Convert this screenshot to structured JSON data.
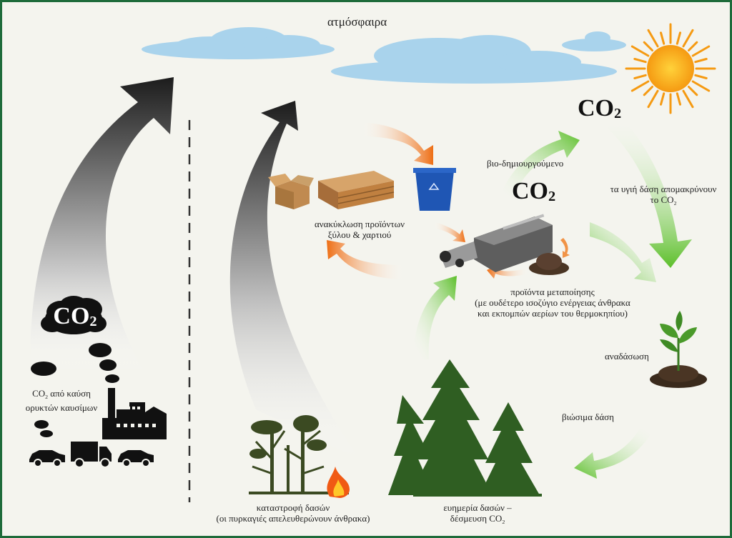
{
  "title": "ατμόσφαιρα",
  "co2_text": "CO",
  "co2_subscript": "2",
  "labels": {
    "fossil_line1_prefix": "CO",
    "fossil_line1_sub": "2",
    "fossil_line1_suffix": " από καύση",
    "fossil_line2": "ορυκτών καυσίμων",
    "recycle_line1": "ανακύκλωση προϊόντων",
    "recycle_line2": "ξύλου & χαρτιού",
    "bio_created": "βιο-δημιουργούμενο",
    "healthy_line1": "τα υγιή δάση απομακρύνουν",
    "healthy_line2_prefix": "το CO",
    "healthy_line2_sub": "2",
    "processing_line1": "προϊόντα μεταποίησης",
    "processing_line2": "(με ουδέτερο ισοζύγιο ενέργειας άνθρακα",
    "processing_line3": "και εκπομπών αερίων του θερμοκηπίου)",
    "reforestation": "αναδάσωση",
    "sustainable_forest": "βιώσιμα δάση",
    "wellbeing_line1": "ευημερία δασών –",
    "wellbeing_line2_prefix": "δέσμευση CO",
    "wellbeing_line2_sub": "2",
    "destruction_line1": "καταστροφή δασών",
    "destruction_line2": "(οι πυρκαγιές απελευθερώνουν άνθρακα)"
  },
  "colors": {
    "frame": "#1e6b3a",
    "background": "#f4f4ee",
    "cloud": "#a9d3ec",
    "sun": "#f7a21b",
    "green_arrow": "#62c232",
    "orange_arrow": "#f07a1c",
    "dark_arrow": "#2a2a2a",
    "tree": "#2f5e22"
  }
}
